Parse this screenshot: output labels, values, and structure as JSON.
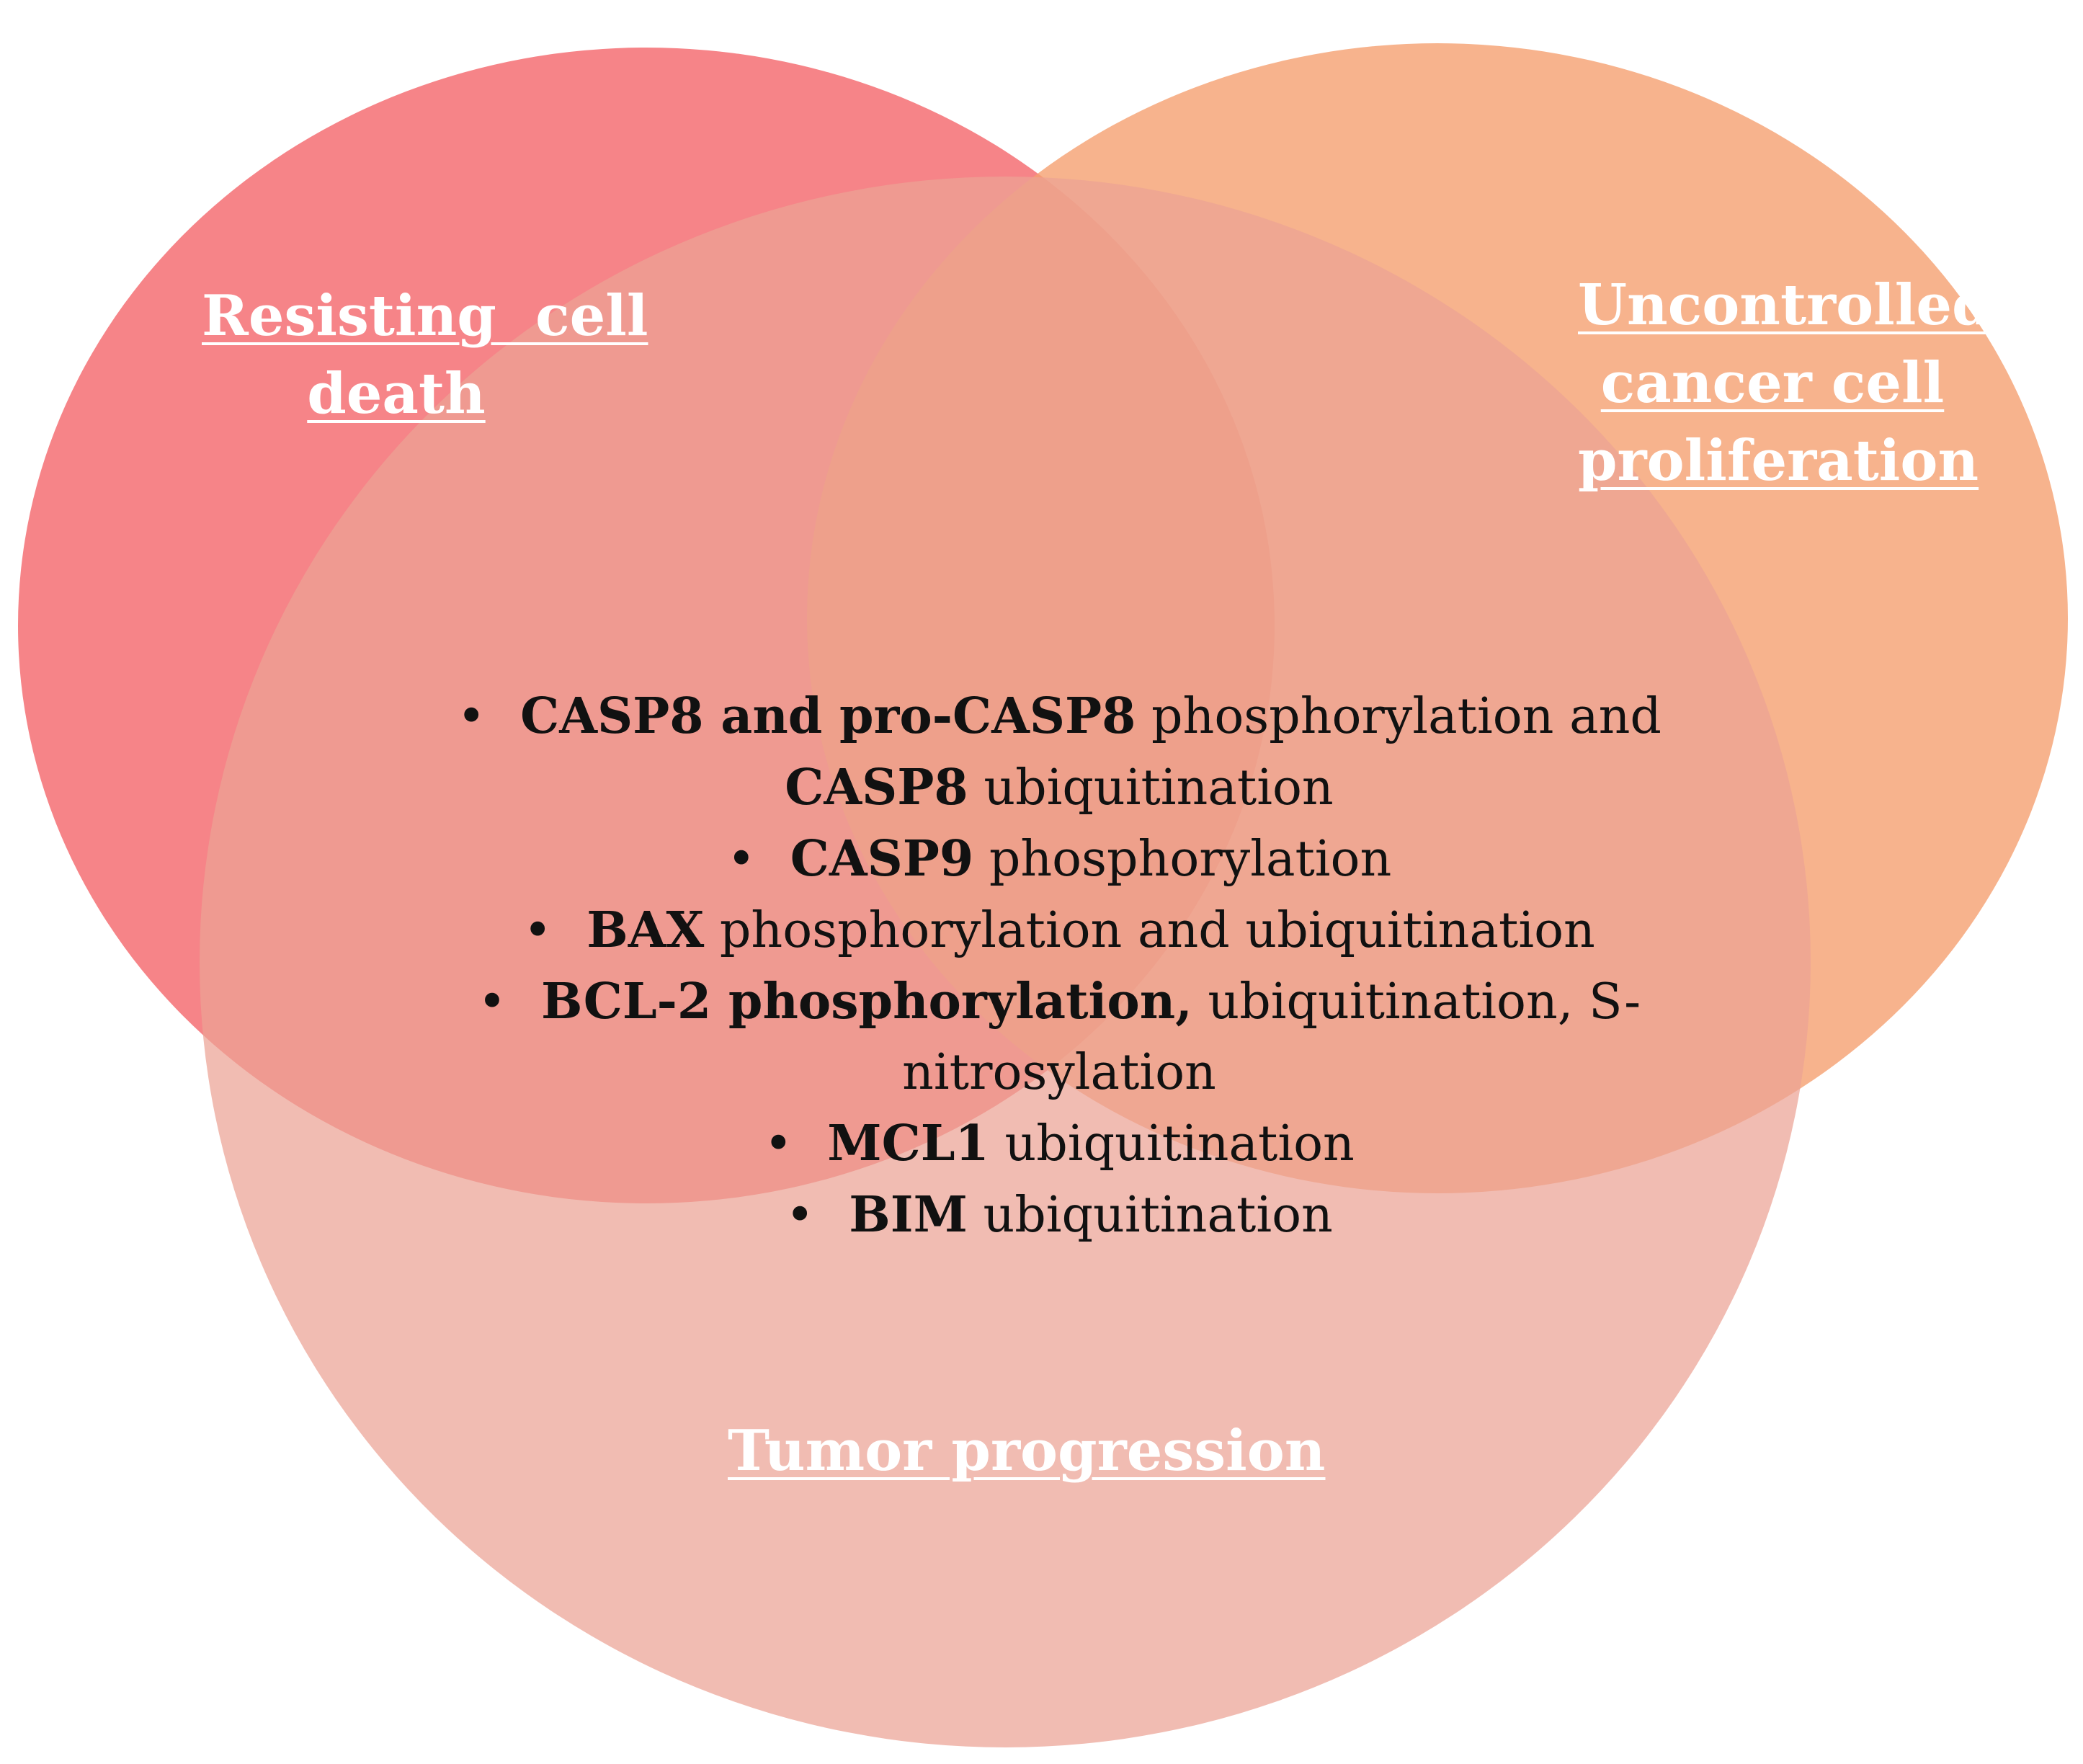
{
  "diagram": {
    "type": "venn",
    "sets": [
      {
        "id": "resisting",
        "label_lines": [
          "Resisting  cell",
          "death"
        ],
        "color": "#f47074"
      },
      {
        "id": "uncontrolled",
        "label_lines": [
          "Uncontrolled",
          "cancer cell",
          "proliferation"
        ],
        "color": "#f5a070"
      },
      {
        "id": "tumor",
        "label_lines": [
          "Tumor progression"
        ],
        "color": "#eba294"
      }
    ],
    "bullet": "•",
    "items": [
      {
        "segments": [
          {
            "text": "CASP8 and pro-CASP8",
            "bold": true
          },
          {
            "text": " phosphorylation and",
            "bold": false
          }
        ],
        "bullet": true
      },
      {
        "segments": [
          {
            "text": "CASP8",
            "bold": true
          },
          {
            "text": " ubiquitination",
            "bold": false
          }
        ],
        "bullet": false
      },
      {
        "segments": [
          {
            "text": "CASP9",
            "bold": true
          },
          {
            "text": " phosphorylation",
            "bold": false
          }
        ],
        "bullet": true
      },
      {
        "segments": [
          {
            "text": "BAX",
            "bold": true
          },
          {
            "text": " phosphorylation and ubiquitination",
            "bold": false
          }
        ],
        "bullet": true
      },
      {
        "segments": [
          {
            "text": "BCL-2 phosphorylation,",
            "bold": true
          },
          {
            "text": " ubiquitination, S-",
            "bold": false
          }
        ],
        "bullet": true
      },
      {
        "segments": [
          {
            "text": "nitrosylation",
            "bold": false
          }
        ],
        "bullet": false
      },
      {
        "segments": [
          {
            "text": "MCL1",
            "bold": true
          },
          {
            "text": " ubiquitination",
            "bold": false
          }
        ],
        "bullet": true
      },
      {
        "segments": [
          {
            "text": "BIM",
            "bold": true
          },
          {
            "text": " ubiquitination",
            "bold": false
          }
        ],
        "bullet": true
      }
    ]
  }
}
